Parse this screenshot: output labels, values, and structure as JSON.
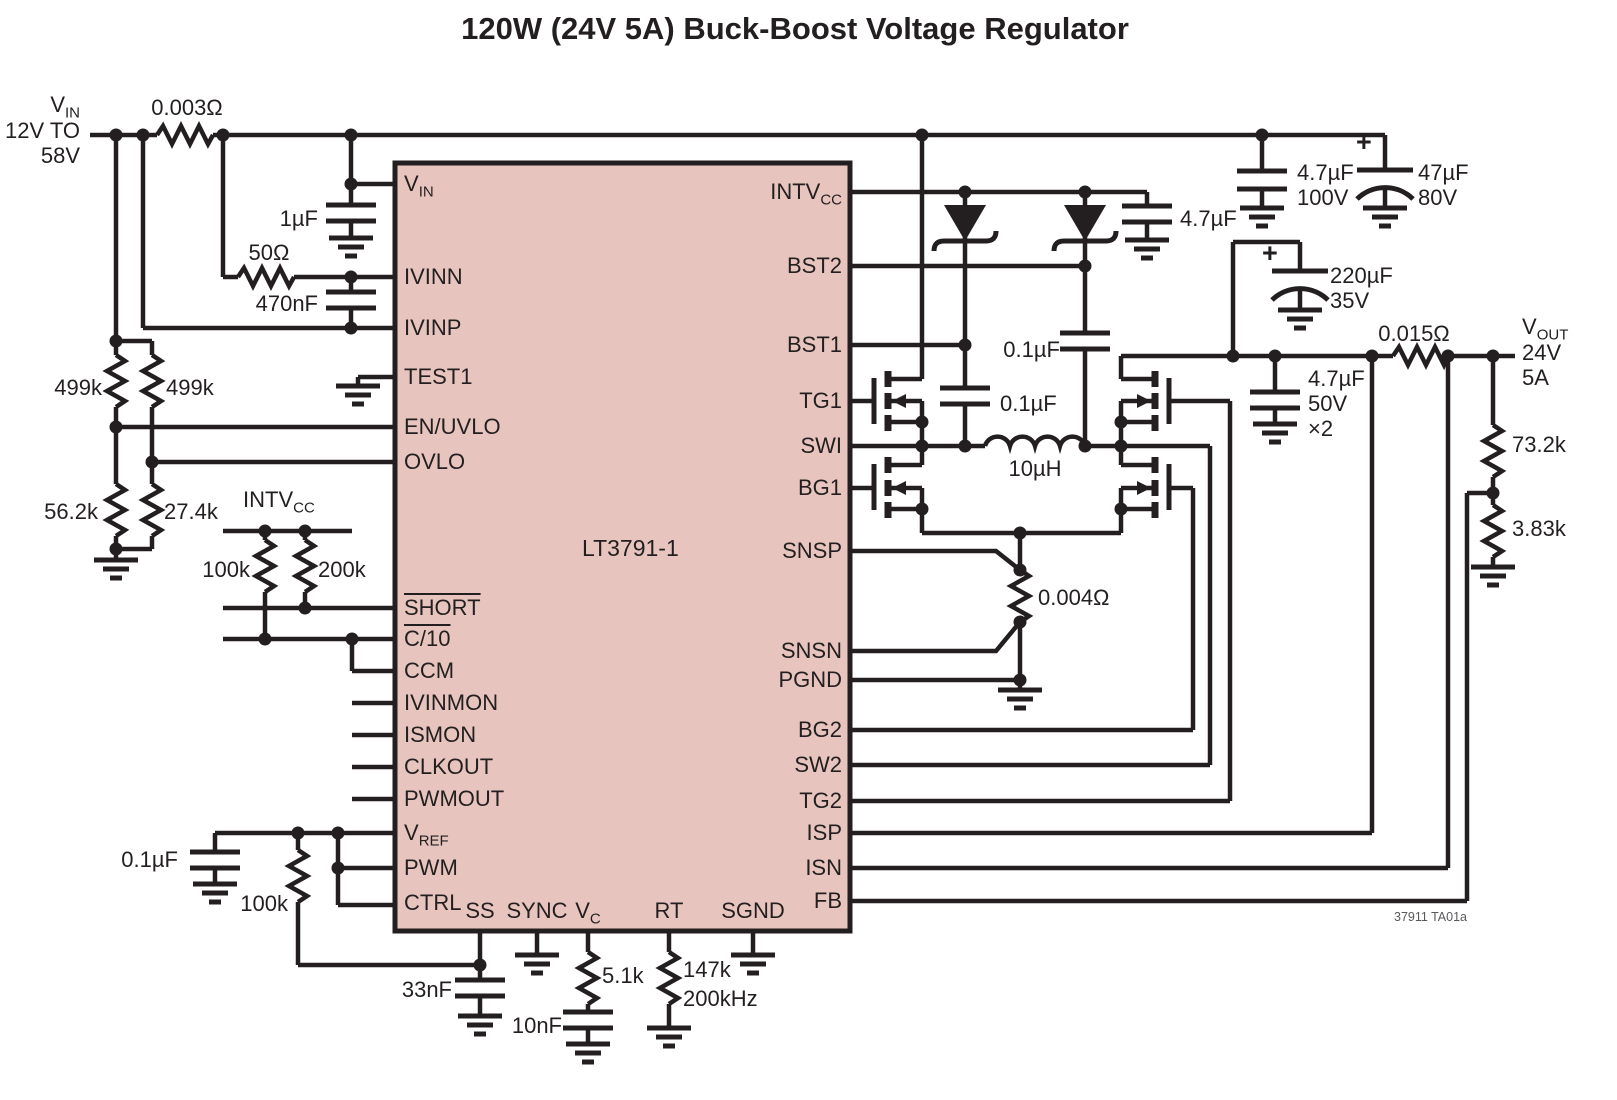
{
  "title": "120W (24V 5A) Buck-Boost Voltage Regulator",
  "doc_code": "37911 TA01a",
  "colors": {
    "line": "#231f20",
    "ic_fill": "#e7c5be"
  },
  "input": {
    "rail_label": {
      "main": "V",
      "sub": "IN"
    },
    "range_line1": "12V TO",
    "range_line2": "58V"
  },
  "output": {
    "label": {
      "main": "V",
      "sub": "OUT"
    },
    "line2": "24V",
    "line3": "5A"
  },
  "ic": {
    "part": "LT3791-1",
    "left_pins": {
      "vin": {
        "main": "V",
        "sub": "IN"
      },
      "ivinn": "IVINN",
      "ivinp": "IVINP",
      "test1": "TEST1",
      "en_uvlo": "EN/UVLO",
      "ovlo": "OVLO",
      "short": "SHORT",
      "c10": "C/10",
      "ccm": "CCM",
      "ivinmon": "IVINMON",
      "ismon": "ISMON",
      "clkout": "CLKOUT",
      "pwmout": "PWMOUT",
      "vref": {
        "main": "V",
        "sub": "REF"
      },
      "pwm": "PWM",
      "ctrl": "CTRL"
    },
    "bottom_pins": {
      "ss": "SS",
      "sync": "SYNC",
      "vc": {
        "main": "V",
        "sub": "C"
      },
      "rt": "RT",
      "sgnd": "SGND"
    },
    "right_pins": {
      "intvcc": {
        "main": "INTV",
        "sub": "CC"
      },
      "bst2": "BST2",
      "bst1": "BST1",
      "tg1": "TG1",
      "swi": "SWI",
      "bg1": "BG1",
      "snsp": "SNSP",
      "snsn": "SNSN",
      "pgnd": "PGND",
      "bg2": "BG2",
      "sw2": "SW2",
      "tg2": "TG2",
      "isp": "ISP",
      "isn": "ISN",
      "fb": "FB"
    }
  },
  "components": {
    "r_sense_in": "0.003Ω",
    "r_50": "50Ω",
    "c_1uF": "1µF",
    "c_470nF": "470nF",
    "r_499k_a": "499k",
    "r_499k_b": "499k",
    "r_56_2k": "56.2k",
    "r_27_4k": "27.4k",
    "intvcc_net": {
      "main": "INTV",
      "sub": "CC"
    },
    "r_100k_pullup": "100k",
    "r_200k_pullup": "200k",
    "c_vref": "0.1µF",
    "r_100k_ctrl": "100k",
    "c_ss": "33nF",
    "r_vc": "5.1k",
    "c_vc": "10nF",
    "r_rt": "147k",
    "rt_freq": "200kHz",
    "c_bst1": "0.1µF",
    "c_bst2": "0.1µF",
    "c_intvcc": "4.7µF",
    "l_main": "10µH",
    "r_snsn": "0.004Ω",
    "c_in_ceramic": "4.7µF",
    "c_in_ceramic_v": "100V",
    "c_in_bulk": "47µF",
    "c_in_bulk_v": "80V",
    "plus1": "+",
    "plus2": "+",
    "c_out_bulk": "220µF",
    "c_out_bulk_v": "35V",
    "c_out_ceramic": "4.7µF",
    "c_out_ceramic_v": "50V",
    "c_out_ceramic_qty": "×2",
    "r_sense_out": "0.015Ω",
    "r_fb_top": "73.2k",
    "r_fb_bot": "3.83k"
  }
}
